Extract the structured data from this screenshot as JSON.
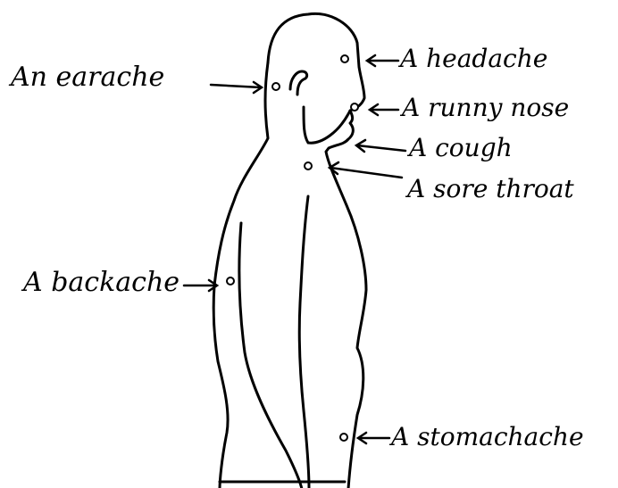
{
  "diagram": {
    "labels": {
      "earache": "An earache",
      "headache": "A headache",
      "runny_nose": "A runny nose",
      "cough": "A cough",
      "sore_throat": "A sore throat",
      "backache": "A backache",
      "stomachache": "A stomachache"
    }
  }
}
